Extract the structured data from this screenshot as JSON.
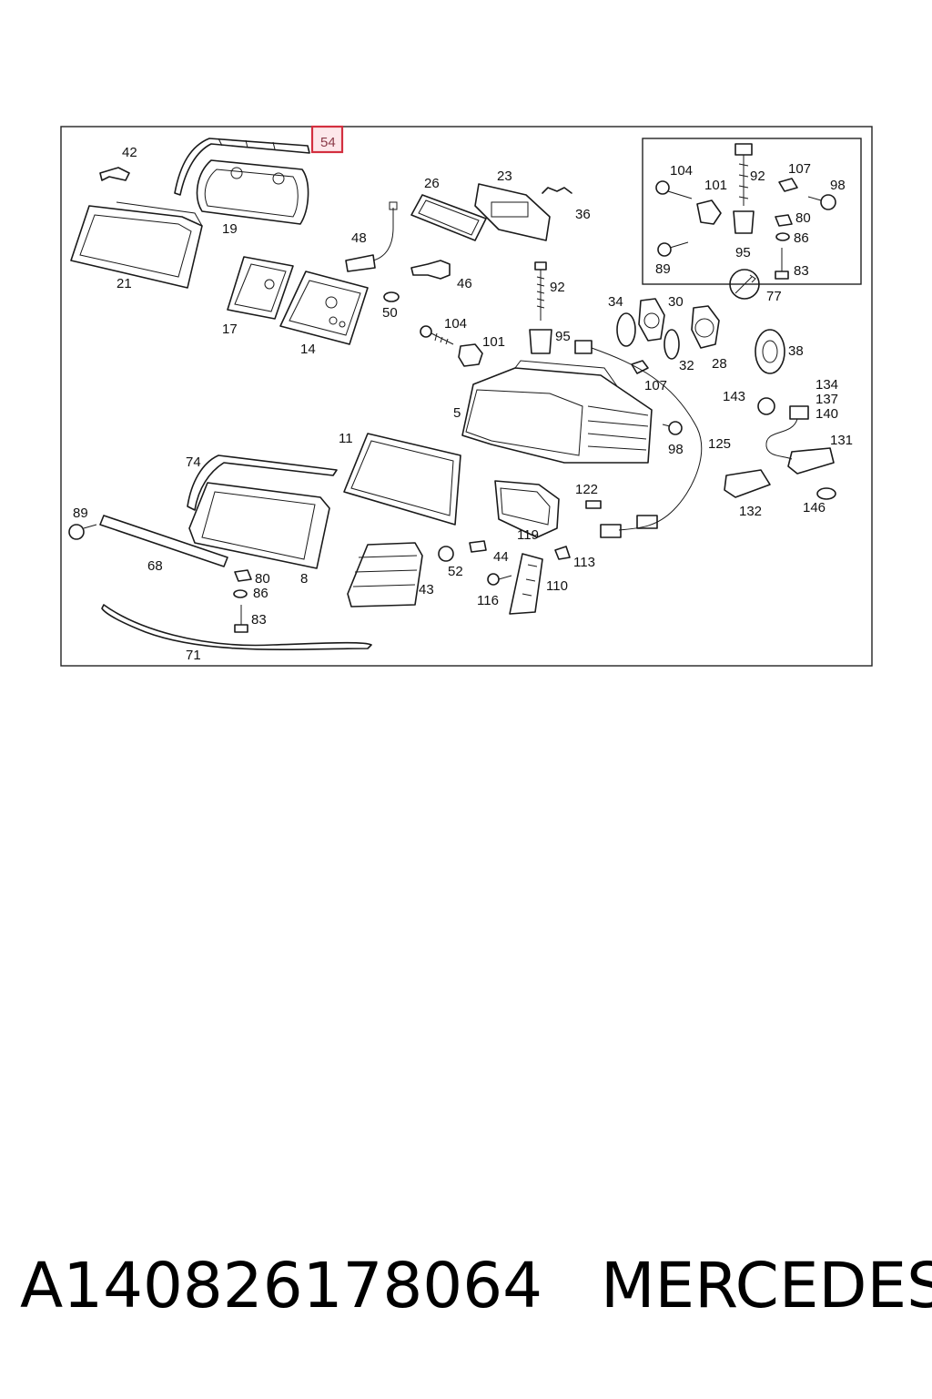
{
  "diagram": {
    "highlighted_callout": "54",
    "callouts": [
      "42",
      "19",
      "21",
      "17",
      "14",
      "48",
      "50",
      "46",
      "26",
      "23",
      "36",
      "92",
      "104",
      "101",
      "95",
      "34",
      "30",
      "32",
      "28",
      "38",
      "107",
      "143",
      "134",
      "137",
      "140",
      "131",
      "132",
      "146",
      "125",
      "98",
      "5",
      "11",
      "74",
      "89",
      "68",
      "8",
      "80",
      "86",
      "83",
      "71",
      "43",
      "52",
      "44",
      "116",
      "119",
      "122",
      "113",
      "110",
      "104",
      "101",
      "92",
      "107",
      "98",
      "80",
      "86",
      "83",
      "95",
      "89",
      "77"
    ]
  },
  "caption": {
    "part_number": "A140826178064",
    "brand": "MERCEDES"
  }
}
